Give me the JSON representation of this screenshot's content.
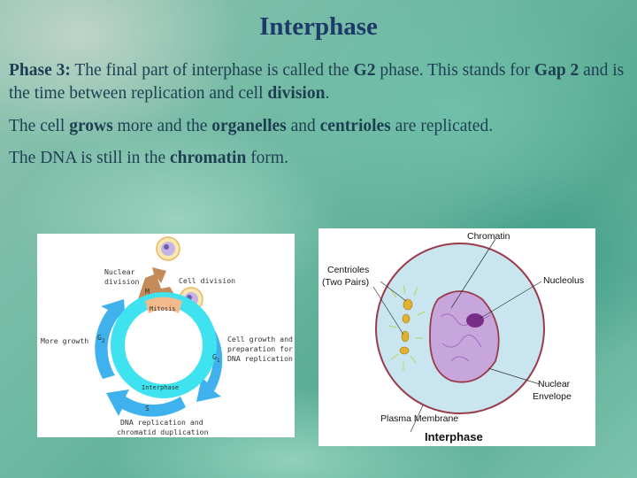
{
  "slide": {
    "title": "Interphase",
    "paragraphs": [
      {
        "segments": [
          {
            "text": "Phase 3:",
            "bold": true
          },
          {
            "text": " The final part of interphase is called the ",
            "bold": false
          },
          {
            "text": "G2",
            "bold": true
          },
          {
            "text": " phase.  This stands for ",
            "bold": false
          },
          {
            "text": "Gap 2",
            "bold": true
          },
          {
            "text": " and is the time between replication and cell ",
            "bold": false
          },
          {
            "text": "division",
            "bold": true
          },
          {
            "text": ".",
            "bold": false
          }
        ]
      },
      {
        "segments": [
          {
            "text": "The cell ",
            "bold": false
          },
          {
            "text": "grows",
            "bold": true
          },
          {
            "text": " more and the ",
            "bold": false
          },
          {
            "text": "organelles",
            "bold": true
          },
          {
            "text": " and ",
            "bold": false
          },
          {
            "text": "centrioles",
            "bold": true
          },
          {
            "text": " are replicated.",
            "bold": false
          }
        ]
      },
      {
        "segments": [
          {
            "text": "The DNA is still in the ",
            "bold": false
          },
          {
            "text": "chromatin",
            "bold": true
          },
          {
            "text": " form.",
            "bold": false
          }
        ]
      }
    ]
  },
  "cell_cycle_diagram": {
    "labels": {
      "nuclear_division": [
        "Nuclear",
        "division"
      ],
      "cell_division": "Cell division",
      "m_phase": "M",
      "mitosis": "Mitosis",
      "more_growth": "More growth",
      "g2": "G",
      "g2_sub": "2",
      "g1": "G",
      "g1_sub": "1",
      "g1_desc": [
        "Cell growth and",
        "preparation for",
        "DNA replication"
      ],
      "interphase": "Interphase",
      "s": "S",
      "s_desc": [
        "DNA replication and",
        "chromatid duplication"
      ]
    },
    "colors": {
      "arrow_blue": "#3fb1ec",
      "ring_cyan": "#3fe3f0",
      "mitosis_tan": "#f4b98d",
      "m_arrow_brown": "#c48a5a"
    }
  },
  "cell_diagram": {
    "labels": {
      "chromatin": "Chromatin",
      "centrioles": [
        "Centrioles",
        "(Two Pairs)"
      ],
      "nucleolus": "Nucleolus",
      "nuclear_envelope": [
        "Nuclear",
        "Envelope"
      ],
      "plasma_membrane": "Plasma Membrane",
      "caption": "Interphase"
    },
    "colors": {
      "cytoplasm": "#c9e6f0",
      "membrane": "#9b3b4a",
      "nucleus": "#c7a6dc",
      "nucleolus": "#7a2d86",
      "centriole": "#e0b22e"
    }
  }
}
